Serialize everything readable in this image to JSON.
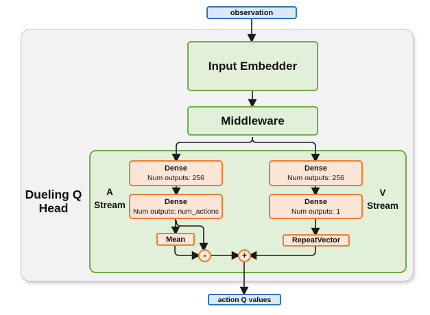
{
  "colors": {
    "blue_border": "#2E75B6",
    "blue_fill": "#DAE8F7",
    "green_border": "#70AD47",
    "green_fill": "#E2F0D9",
    "orange_border": "#ED7D31",
    "orange_fill": "#FBE5D6",
    "outer_container_fill": "#F2F2F2",
    "outer_container_border": "#C6C6C6",
    "wire": "#1A1A1A"
  },
  "observation": {
    "label": "observation"
  },
  "input_embedder": {
    "label": "Input Embedder"
  },
  "middleware": {
    "label": "Middleware"
  },
  "dueling_head": {
    "title_line1": "Dueling Q",
    "title_line2": "Head",
    "a_stream_line1": "A",
    "a_stream_line2": "Stream",
    "v_stream_line1": "V",
    "v_stream_line2": "Stream",
    "a_dense_1": {
      "name": "Dense",
      "detail": "Num outputs: 256"
    },
    "a_dense_2": {
      "name": "Dense",
      "detail": "Num outputs: num_actions"
    },
    "v_dense_1": {
      "name": "Dense",
      "detail": "Num outputs: 256"
    },
    "v_dense_2": {
      "name": "Dense",
      "detail": "Num outputs: 1"
    },
    "mean": {
      "label": "Mean"
    },
    "repeat_vector": {
      "label": "RepeatVector"
    },
    "subtract_op": {
      "label": "-"
    },
    "add_op": {
      "label": "+"
    }
  },
  "action_q_values": {
    "label": "action Q values"
  }
}
